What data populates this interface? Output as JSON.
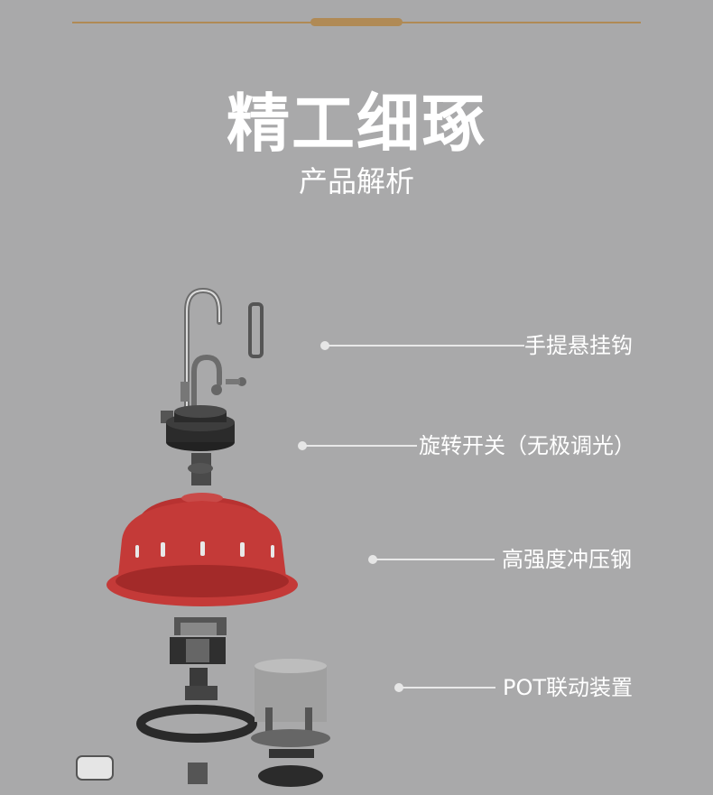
{
  "header": {
    "title": "精工细琢",
    "subtitle": "产品解析"
  },
  "callouts": [
    {
      "label": "手提悬挂钩"
    },
    {
      "label": "旋转开关（无极调光）"
    },
    {
      "label": "高强度冲压钢"
    },
    {
      "label": "POT联动装置"
    }
  ],
  "colors": {
    "background": "#a9a9aa",
    "accent": "#b08a55",
    "shade": "#c43a38"
  }
}
